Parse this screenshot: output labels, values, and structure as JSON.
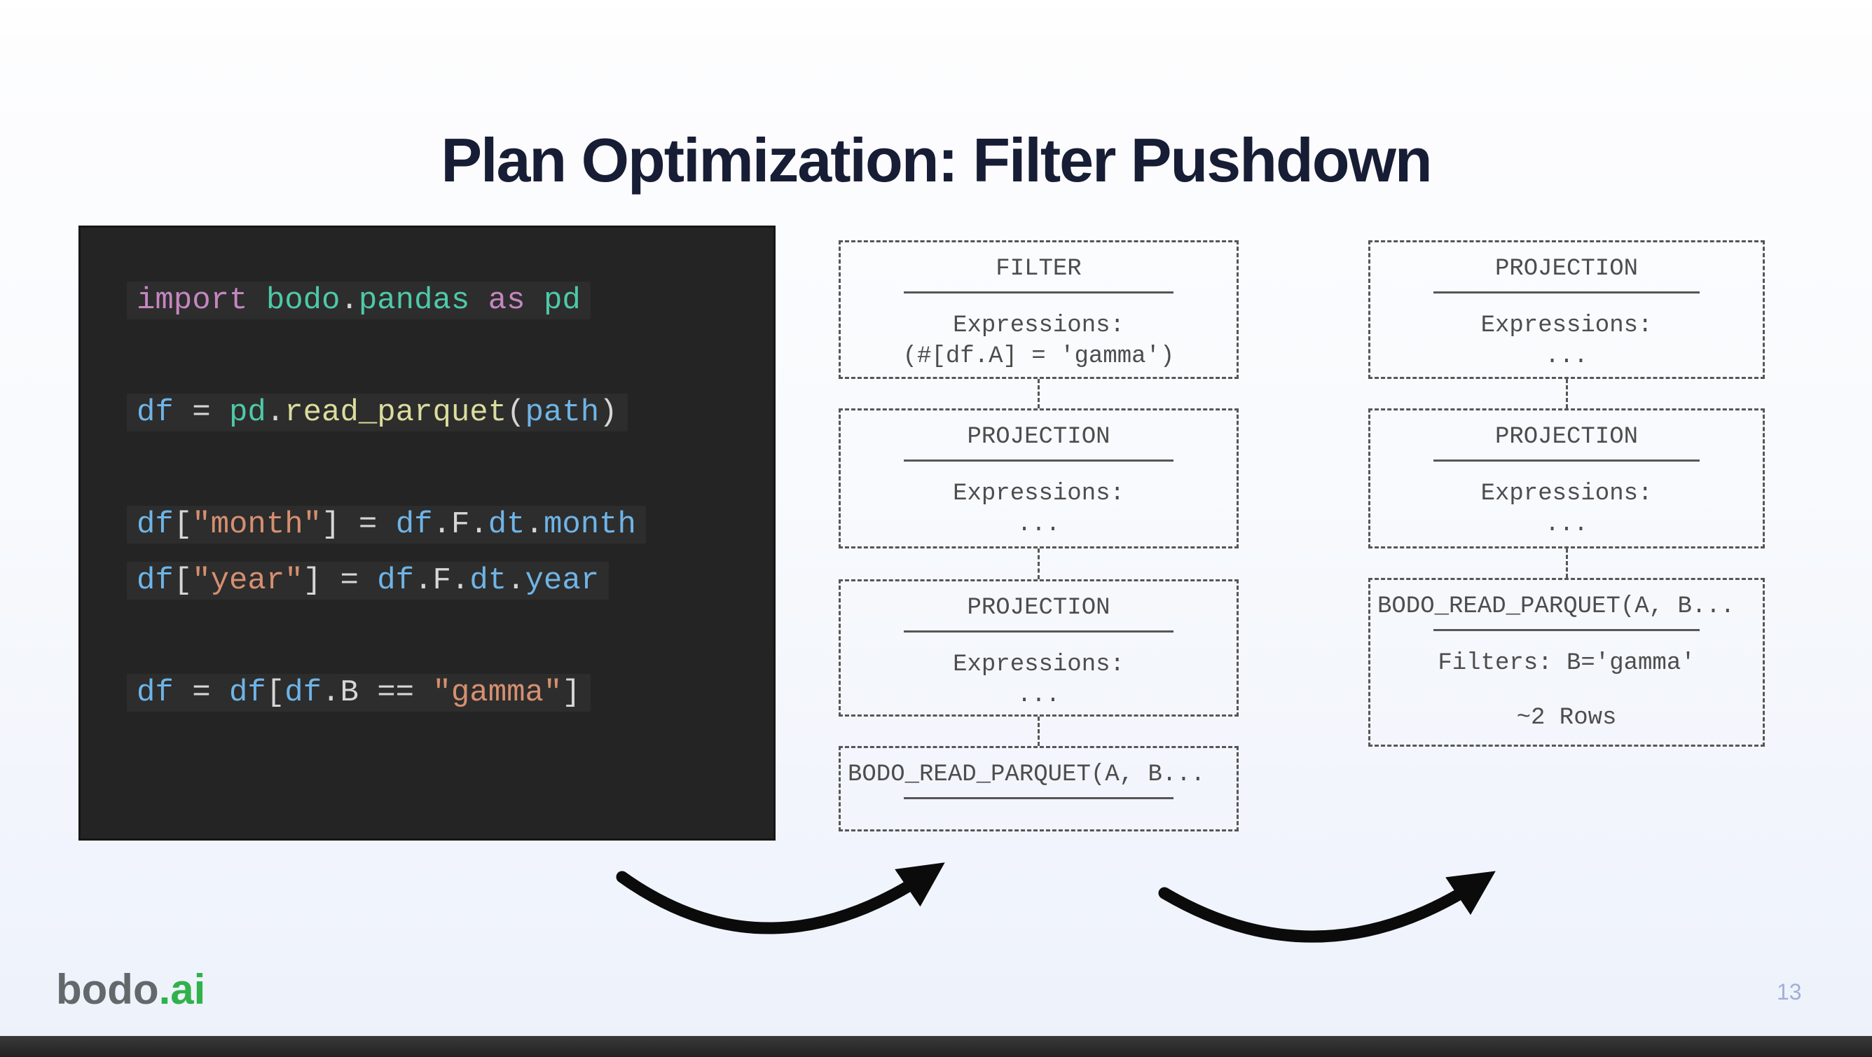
{
  "title": "Plan Optimization: Filter Pushdown",
  "code": {
    "lines": [
      [
        [
          "kw",
          "import"
        ],
        [
          "op",
          " "
        ],
        [
          "mod",
          "bodo"
        ],
        [
          "op",
          "."
        ],
        [
          "mod",
          "pandas"
        ],
        [
          "op",
          " "
        ],
        [
          "kw",
          "as"
        ],
        [
          "op",
          " "
        ],
        [
          "mod",
          "pd"
        ]
      ],
      [],
      [
        [
          "var",
          "df"
        ],
        [
          "op",
          " = "
        ],
        [
          "mod",
          "pd"
        ],
        [
          "op",
          "."
        ],
        [
          "fn",
          "read_parquet"
        ],
        [
          "op",
          "("
        ],
        [
          "var",
          "path"
        ],
        [
          "op",
          ")"
        ]
      ],
      [],
      [
        [
          "var",
          "df"
        ],
        [
          "op",
          "["
        ],
        [
          "str",
          "\"month\""
        ],
        [
          "op",
          "] = "
        ],
        [
          "var",
          "df"
        ],
        [
          "op",
          "."
        ],
        [
          "op",
          "F"
        ],
        [
          "op",
          "."
        ],
        [
          "var",
          "dt"
        ],
        [
          "op",
          "."
        ],
        [
          "var",
          "month"
        ]
      ],
      [
        [
          "var",
          "df"
        ],
        [
          "op",
          "["
        ],
        [
          "str",
          "\"year\""
        ],
        [
          "op",
          "] = "
        ],
        [
          "var",
          "df"
        ],
        [
          "op",
          "."
        ],
        [
          "op",
          "F"
        ],
        [
          "op",
          "."
        ],
        [
          "var",
          "dt"
        ],
        [
          "op",
          "."
        ],
        [
          "var",
          "year"
        ]
      ],
      [],
      [
        [
          "var",
          "df"
        ],
        [
          "op",
          " = "
        ],
        [
          "var",
          "df"
        ],
        [
          "op",
          "["
        ],
        [
          "var",
          "df"
        ],
        [
          "op",
          "."
        ],
        [
          "op",
          "B"
        ],
        [
          "op",
          " == "
        ],
        [
          "str",
          "\"gamma\""
        ],
        [
          "op",
          "]"
        ]
      ]
    ]
  },
  "plans": {
    "before": [
      {
        "title": "FILTER",
        "line1": "Expressions:",
        "line2": "(#[df.A] = 'gamma')"
      },
      {
        "title": "PROJECTION",
        "line1": "Expressions:",
        "line2": "..."
      },
      {
        "title": "PROJECTION",
        "line1": "Expressions:",
        "line2": "..."
      },
      {
        "title": "BODO_READ_PARQUET(A, B..."
      }
    ],
    "after": [
      {
        "title": "PROJECTION",
        "line1": "Expressions:",
        "line2": "..."
      },
      {
        "title": "PROJECTION",
        "line1": "Expressions:",
        "line2": "..."
      },
      {
        "title": "BODO_READ_PARQUET(A, B...",
        "line1": "Filters: B='gamma'",
        "line2": "~2 Rows"
      }
    ]
  },
  "footer": {
    "logo_text_gray": "bodo",
    "logo_text_green": ".ai",
    "page_number": "13"
  },
  "colors": {
    "title": "#171d35",
    "code_background": "#242424",
    "code_keyword": "#c586c0",
    "code_module": "#4ec9a8",
    "code_variable": "#6fb4e6",
    "code_function": "#dcdc9d",
    "code_string": "#d68f70",
    "code_operator": "#d6d6d6",
    "diagram_stroke": "#565656",
    "arrow": "#0b0b0b",
    "logo_gray": "#63686b",
    "logo_green": "#31b14c",
    "page_number": "#a2afd6"
  }
}
